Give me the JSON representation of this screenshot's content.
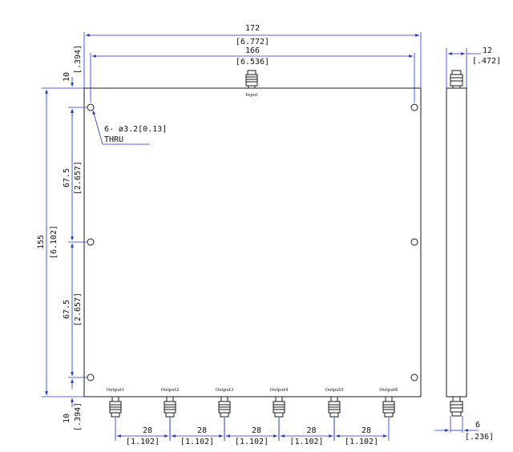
{
  "dimensions": {
    "overall_width": {
      "mm": "172",
      "in": "[6.772]"
    },
    "hole_span": {
      "mm": "166",
      "in": "[6.536]"
    },
    "top_offset": {
      "mm": "10",
      "in": "[.394]"
    },
    "bottom_offset": {
      "mm": "10",
      "in": "[.394]"
    },
    "height": {
      "mm": "155",
      "in": "[6.102]"
    },
    "hole_pitch_upper": {
      "mm": "67.5",
      "in": "[2.657]"
    },
    "hole_pitch_lower": {
      "mm": "67.5",
      "in": "[2.657]"
    },
    "side_thickness": {
      "mm": "12",
      "in": "[.472]"
    },
    "side_connector": {
      "mm": "6",
      "in": "[.236]"
    },
    "output_pitch": [
      {
        "mm": "28",
        "in": "[1.102]"
      },
      {
        "mm": "28",
        "in": "[1.102]"
      },
      {
        "mm": "28",
        "in": "[1.102]"
      },
      {
        "mm": "28",
        "in": "[1.102]"
      },
      {
        "mm": "28",
        "in": "[1.102]"
      }
    ]
  },
  "hole_note": {
    "line1": "6- ø3.2[0.13]",
    "line2": "THRU"
  },
  "ports": {
    "input": "Input",
    "outputs": [
      "Output1",
      "Output2",
      "Output3",
      "Output4",
      "Output5",
      "Output6"
    ]
  }
}
